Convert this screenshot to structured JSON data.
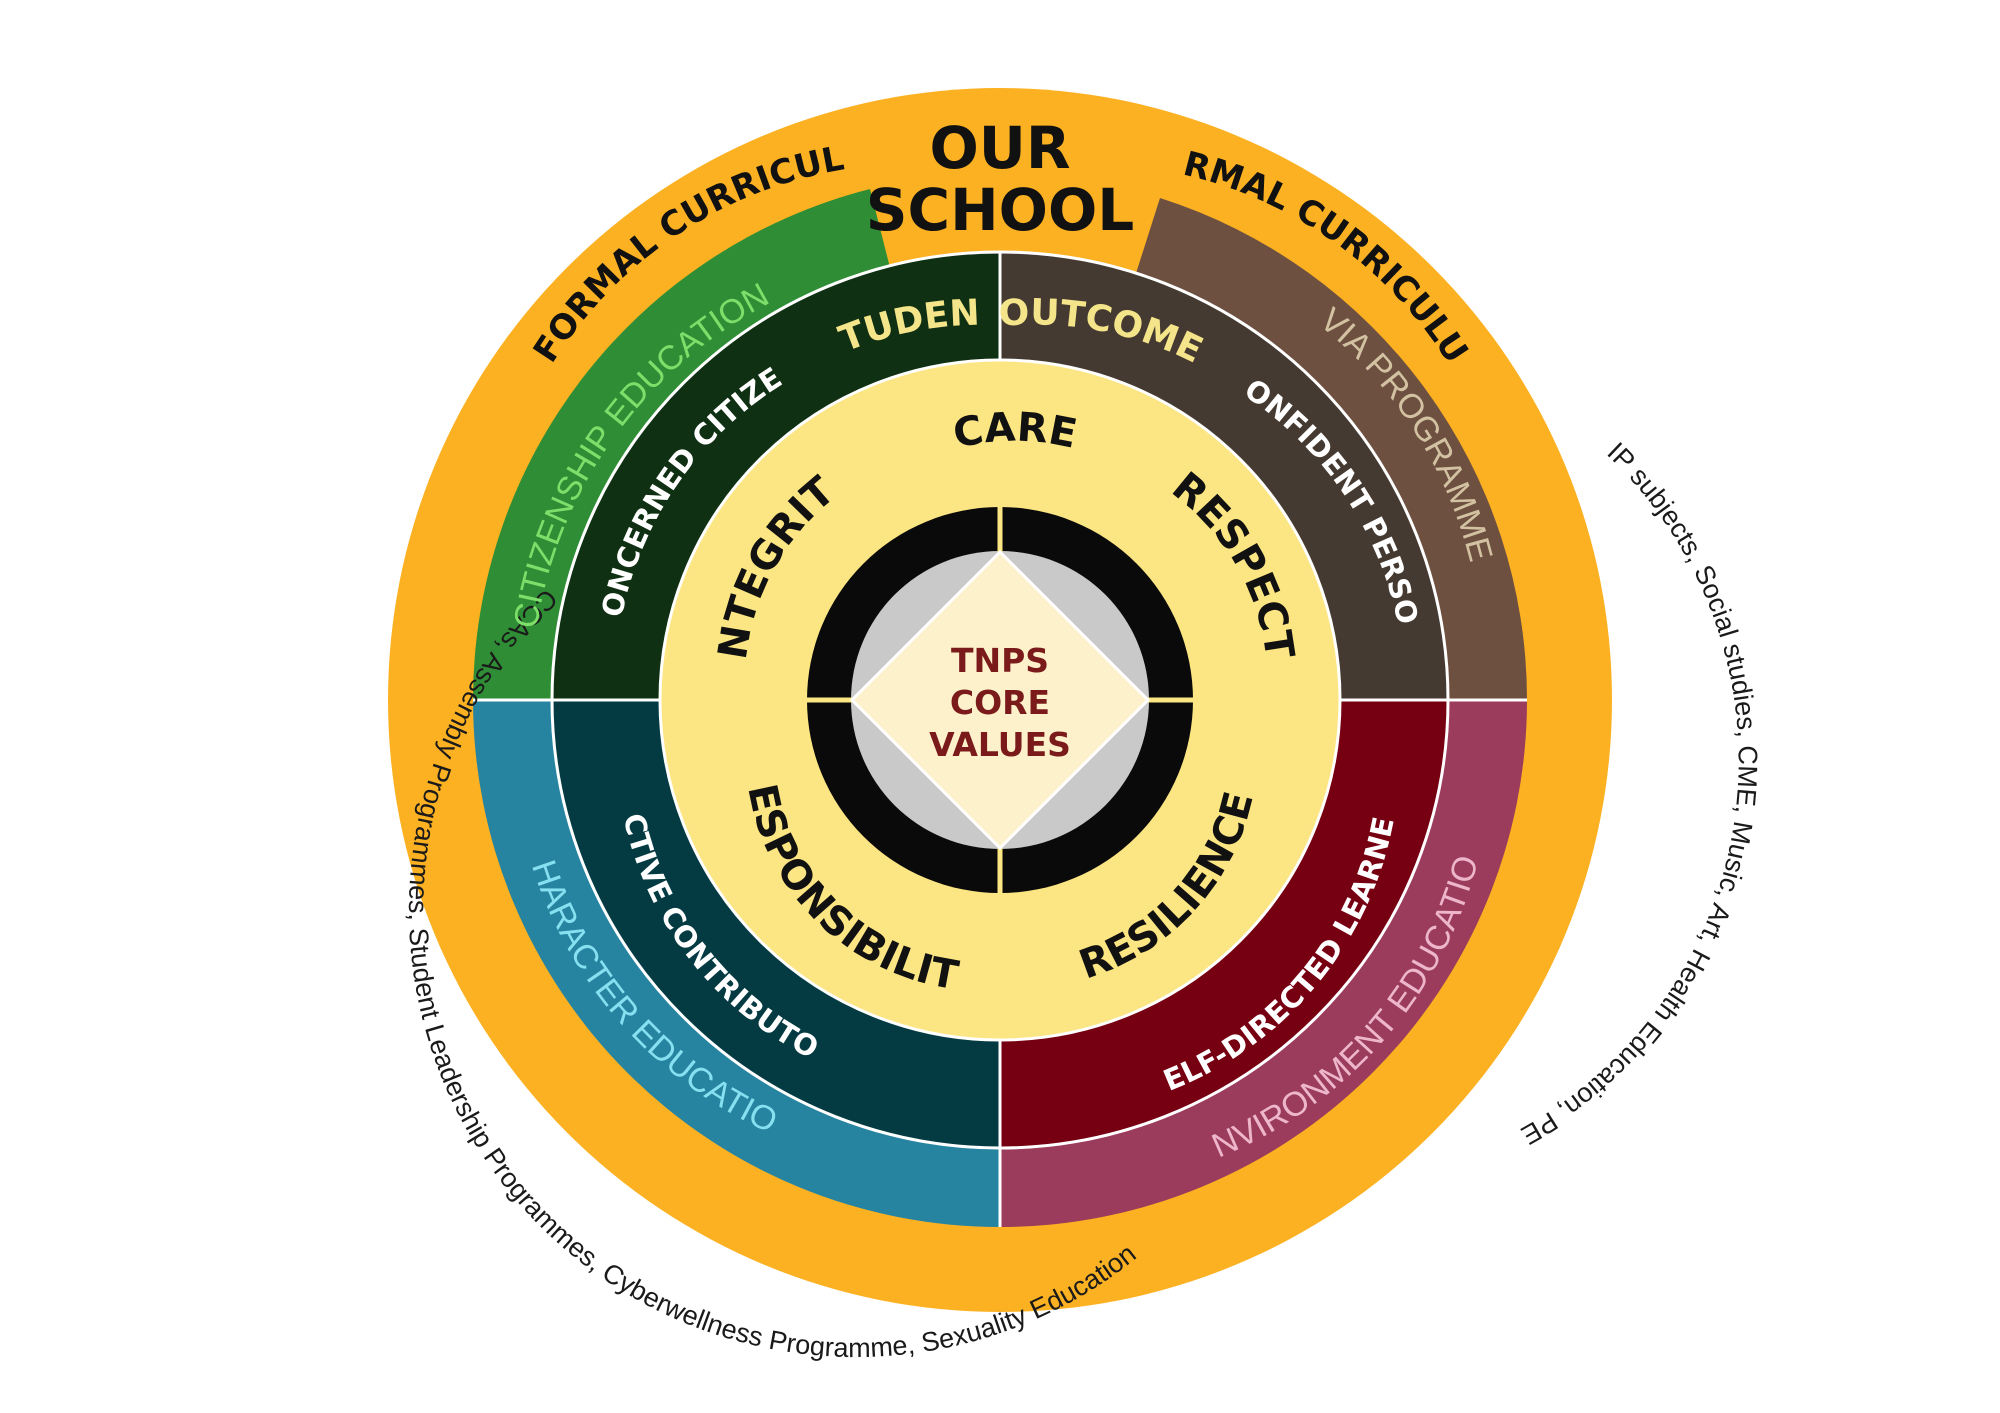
{
  "colors": {
    "outer_ring": "#FBB122",
    "citizenship": "#2F8E35",
    "character": "#2784A1",
    "environment": "#9B3C5C",
    "via": "#6E5040",
    "concerned_citizen": "#0F3012",
    "active_contributor": "#043B43",
    "self_directed": "#760011",
    "confident_person": "#453A31",
    "values_disc": "#FCE583",
    "black_ring": "#0A0A0A",
    "grey": "#C9C9C9",
    "core_center": "#FCF1CB",
    "core_text": "#7A1A1A",
    "student_outcomes": "#F5E58A",
    "citizenship_text": "#7DDF6A",
    "character_text": "#86E0F0",
    "environment_text": "#EDB6CB",
    "via_text": "#D2C2A2"
  },
  "header": {
    "line1": "OUR",
    "line2": "SCHOOL"
  },
  "curriculum": {
    "informal_title": "INFORMAL CURRICULUM",
    "informal_items": "CCAs, Assembly Programmes, Student Leadership Programmes, Cyberwellness Programme, Sexuality Education",
    "formal_title": "FORMAL CURRICULUM",
    "formal_items": "IP subjects, Social studies, CME, Music, Art, Health Education, PE"
  },
  "programmes": {
    "citizenship": "CITIZENSHIP EDUCATION",
    "via": "VIA PROGRAMME",
    "character": "CHARACTER EDUCATION",
    "environment": "ENVIRONMENT EDUCATION"
  },
  "outcomes": {
    "title_left": "STUDENT",
    "title_right": "OUTCOMES",
    "concerned": "CONCERNED CITIZEN",
    "confident": "CONFIDENT PERSON",
    "active": "ACTIVE CONTRIBUTOR",
    "self_directed": "SELF-DIRECTED LEARNER"
  },
  "values": {
    "care": "CARE",
    "respect": "RESPECT",
    "integrity": "INTEGRITY",
    "responsibility": "RESPONSIBILITY",
    "resilience": "RESILIENCE"
  },
  "core": {
    "line1": "TNPS",
    "line2": "CORE",
    "line3": "VALUES"
  }
}
